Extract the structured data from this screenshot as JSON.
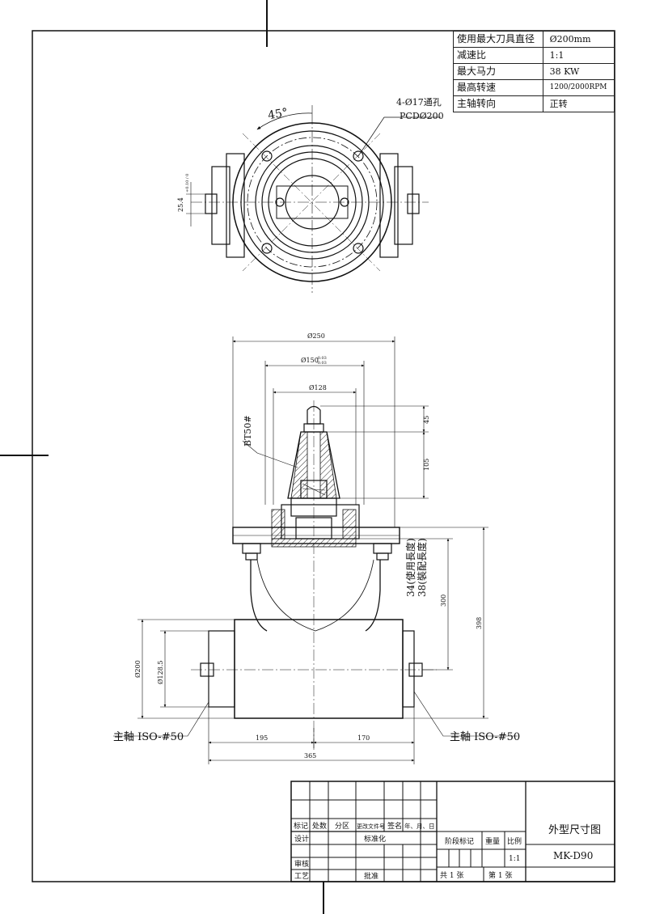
{
  "specs": [
    {
      "label": "使用最大刀具直径",
      "value": "Ø200mm"
    },
    {
      "label": "减速比",
      "value": "1:1"
    },
    {
      "label": "最大马力",
      "value": "38 KW"
    },
    {
      "label": "最高转速",
      "value": "1200/2000RPM"
    },
    {
      "label": "主轴转向",
      "value": "正转"
    }
  ],
  "top_view": {
    "angle": "45°",
    "hole_note_1": "4-Ø17通孔",
    "hole_note_2": "PCDØ200",
    "key_dim": "25.4",
    "key_tol": "+0.10 / 0"
  },
  "front_view": {
    "dia_250": "Ø250",
    "dia_150": "Ø150",
    "dia_150_tol_up": "-0.03",
    "dia_150_tol_dn": "-0.03",
    "dia_128": "Ø128",
    "dim_45": "45",
    "dim_105": "105",
    "taper_label": "BT50#",
    "len_use": "34(使用長度)",
    "len_fit": "38(裝配長度)",
    "dim_300": "300",
    "dim_398": "398",
    "dia_200": "Ø200",
    "dia_1285": "Ø128.5",
    "dim_195": "195",
    "dim_170": "170",
    "dim_365": "365",
    "spindle_left": "主軸 ISO-#50",
    "spindle_right": "主軸 ISO-#50"
  },
  "title_block": {
    "mark": "标记",
    "count": "处数",
    "zone": "分区",
    "change_doc": "更改文件号",
    "sign": "签名",
    "date": "年、月、日",
    "design": "设计",
    "standardize": "标准化",
    "review": "审核",
    "process": "工艺",
    "approve": "批准",
    "stage_mark": "阶段标记",
    "weight": "重量",
    "scale": "比例",
    "scale_value": "1:1",
    "sheets_total": "共 1 张",
    "sheet_no": "第 1 张",
    "drawing_title": "外型尺寸图",
    "model": "MK-D90"
  }
}
